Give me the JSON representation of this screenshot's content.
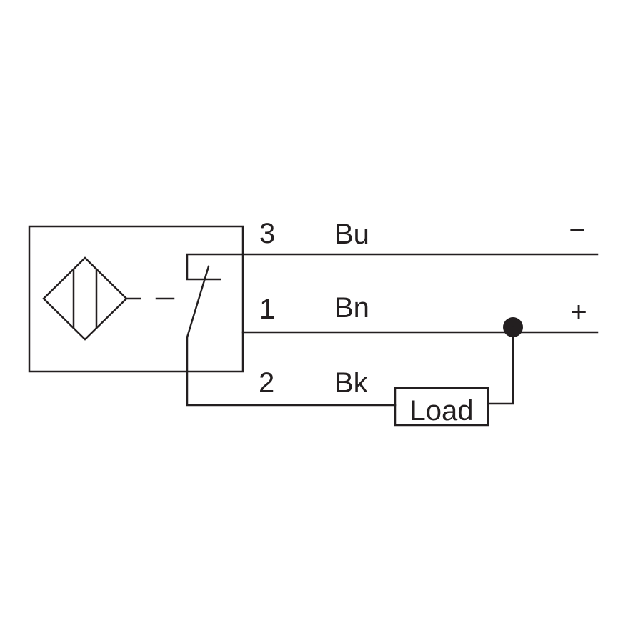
{
  "colors": {
    "line": "#231f20",
    "background": "#ffffff"
  },
  "sensor": {
    "symbol_icon": "inductive-sensor-icon"
  },
  "wires": [
    {
      "pin": "3",
      "color_code": "Bu",
      "polarity": "−"
    },
    {
      "pin": "1",
      "color_code": "Bn",
      "polarity": "+"
    },
    {
      "pin": "2",
      "color_code": "Bk",
      "polarity": ""
    }
  ],
  "load": {
    "label": "Load"
  }
}
